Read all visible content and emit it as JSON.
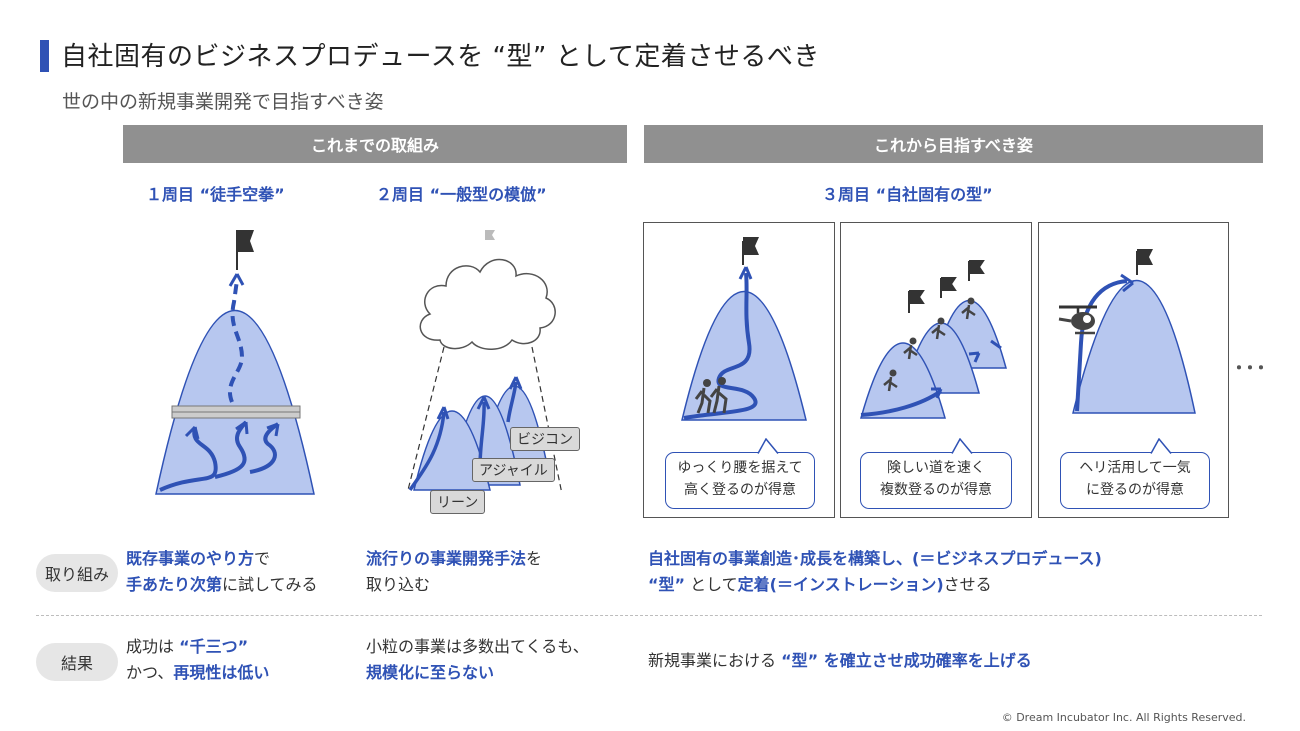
{
  "title": "自社固有のビジネスプロデュースを “型” として定着させるべき",
  "subtitle": "世の中の新規事業開発で目指すべき姿",
  "headers": {
    "current": "これまでの取組み",
    "target": "これから目指すべき姿"
  },
  "laps": {
    "first": "１周目 “徒手空拳”",
    "second": "２周目 “一般型の模倣”",
    "third": "３周目 “自社固有の型”"
  },
  "tags": {
    "bizcon": "ビジコン",
    "agile": "アジャイル",
    "lean": "リーン"
  },
  "bubbles": {
    "b1": [
      "ゆっくり腰を据えて",
      "高く登るのが得意"
    ],
    "b2": [
      "険しい道を速く",
      "複数登るのが得意"
    ],
    "b3": [
      "ヘリ活用して一気",
      "に登るのが得意"
    ]
  },
  "ellipsis": "･･･",
  "rows": {
    "efforts_label": "取り組み",
    "results_label": "結果"
  },
  "efforts": {
    "col1": [
      [
        {
          "t": "既存事業のやり方",
          "h": true
        },
        {
          "t": "で",
          "h": false
        }
      ],
      [
        {
          "t": "手あたり次第",
          "h": true
        },
        {
          "t": "に試してみる",
          "h": false
        }
      ]
    ],
    "col2": [
      [
        {
          "t": "流行りの事業開発手法",
          "h": true
        },
        {
          "t": "を",
          "h": false
        }
      ],
      [
        {
          "t": "取り込む",
          "h": false
        }
      ]
    ],
    "col3": [
      [
        {
          "t": "自社固有の事業創造･成長を構築し、(＝ビジネスプロデュース)",
          "h": true
        }
      ],
      [
        {
          "t": "“型”",
          "h": true
        },
        {
          "t": " として",
          "h": false
        },
        {
          "t": "定着(＝インストレーション)",
          "h": true
        },
        {
          "t": "させる",
          "h": false
        }
      ]
    ]
  },
  "results": {
    "col1": [
      [
        {
          "t": "成功は ",
          "h": false
        },
        {
          "t": "“千三つ”",
          "h": true
        }
      ],
      [
        {
          "t": "かつ、",
          "h": false
        },
        {
          "t": "再現性は低い",
          "h": true
        }
      ]
    ],
    "col2": [
      [
        {
          "t": "小粒の事業は多数出てくるも、",
          "h": false
        }
      ],
      [
        {
          "t": "規模化に至らない",
          "h": true
        }
      ]
    ],
    "col3": [
      [
        {
          "t": "新規事業における ",
          "h": false
        },
        {
          "t": "“型” を確立させ成功確率を上げる",
          "h": true
        }
      ]
    ]
  },
  "copyright": "© Dream Incubator Inc. All Rights Reserved.",
  "colors": {
    "accent": "#2F52B5",
    "mountain_fill": "#B7C7EF",
    "header_gray": "#909090"
  }
}
